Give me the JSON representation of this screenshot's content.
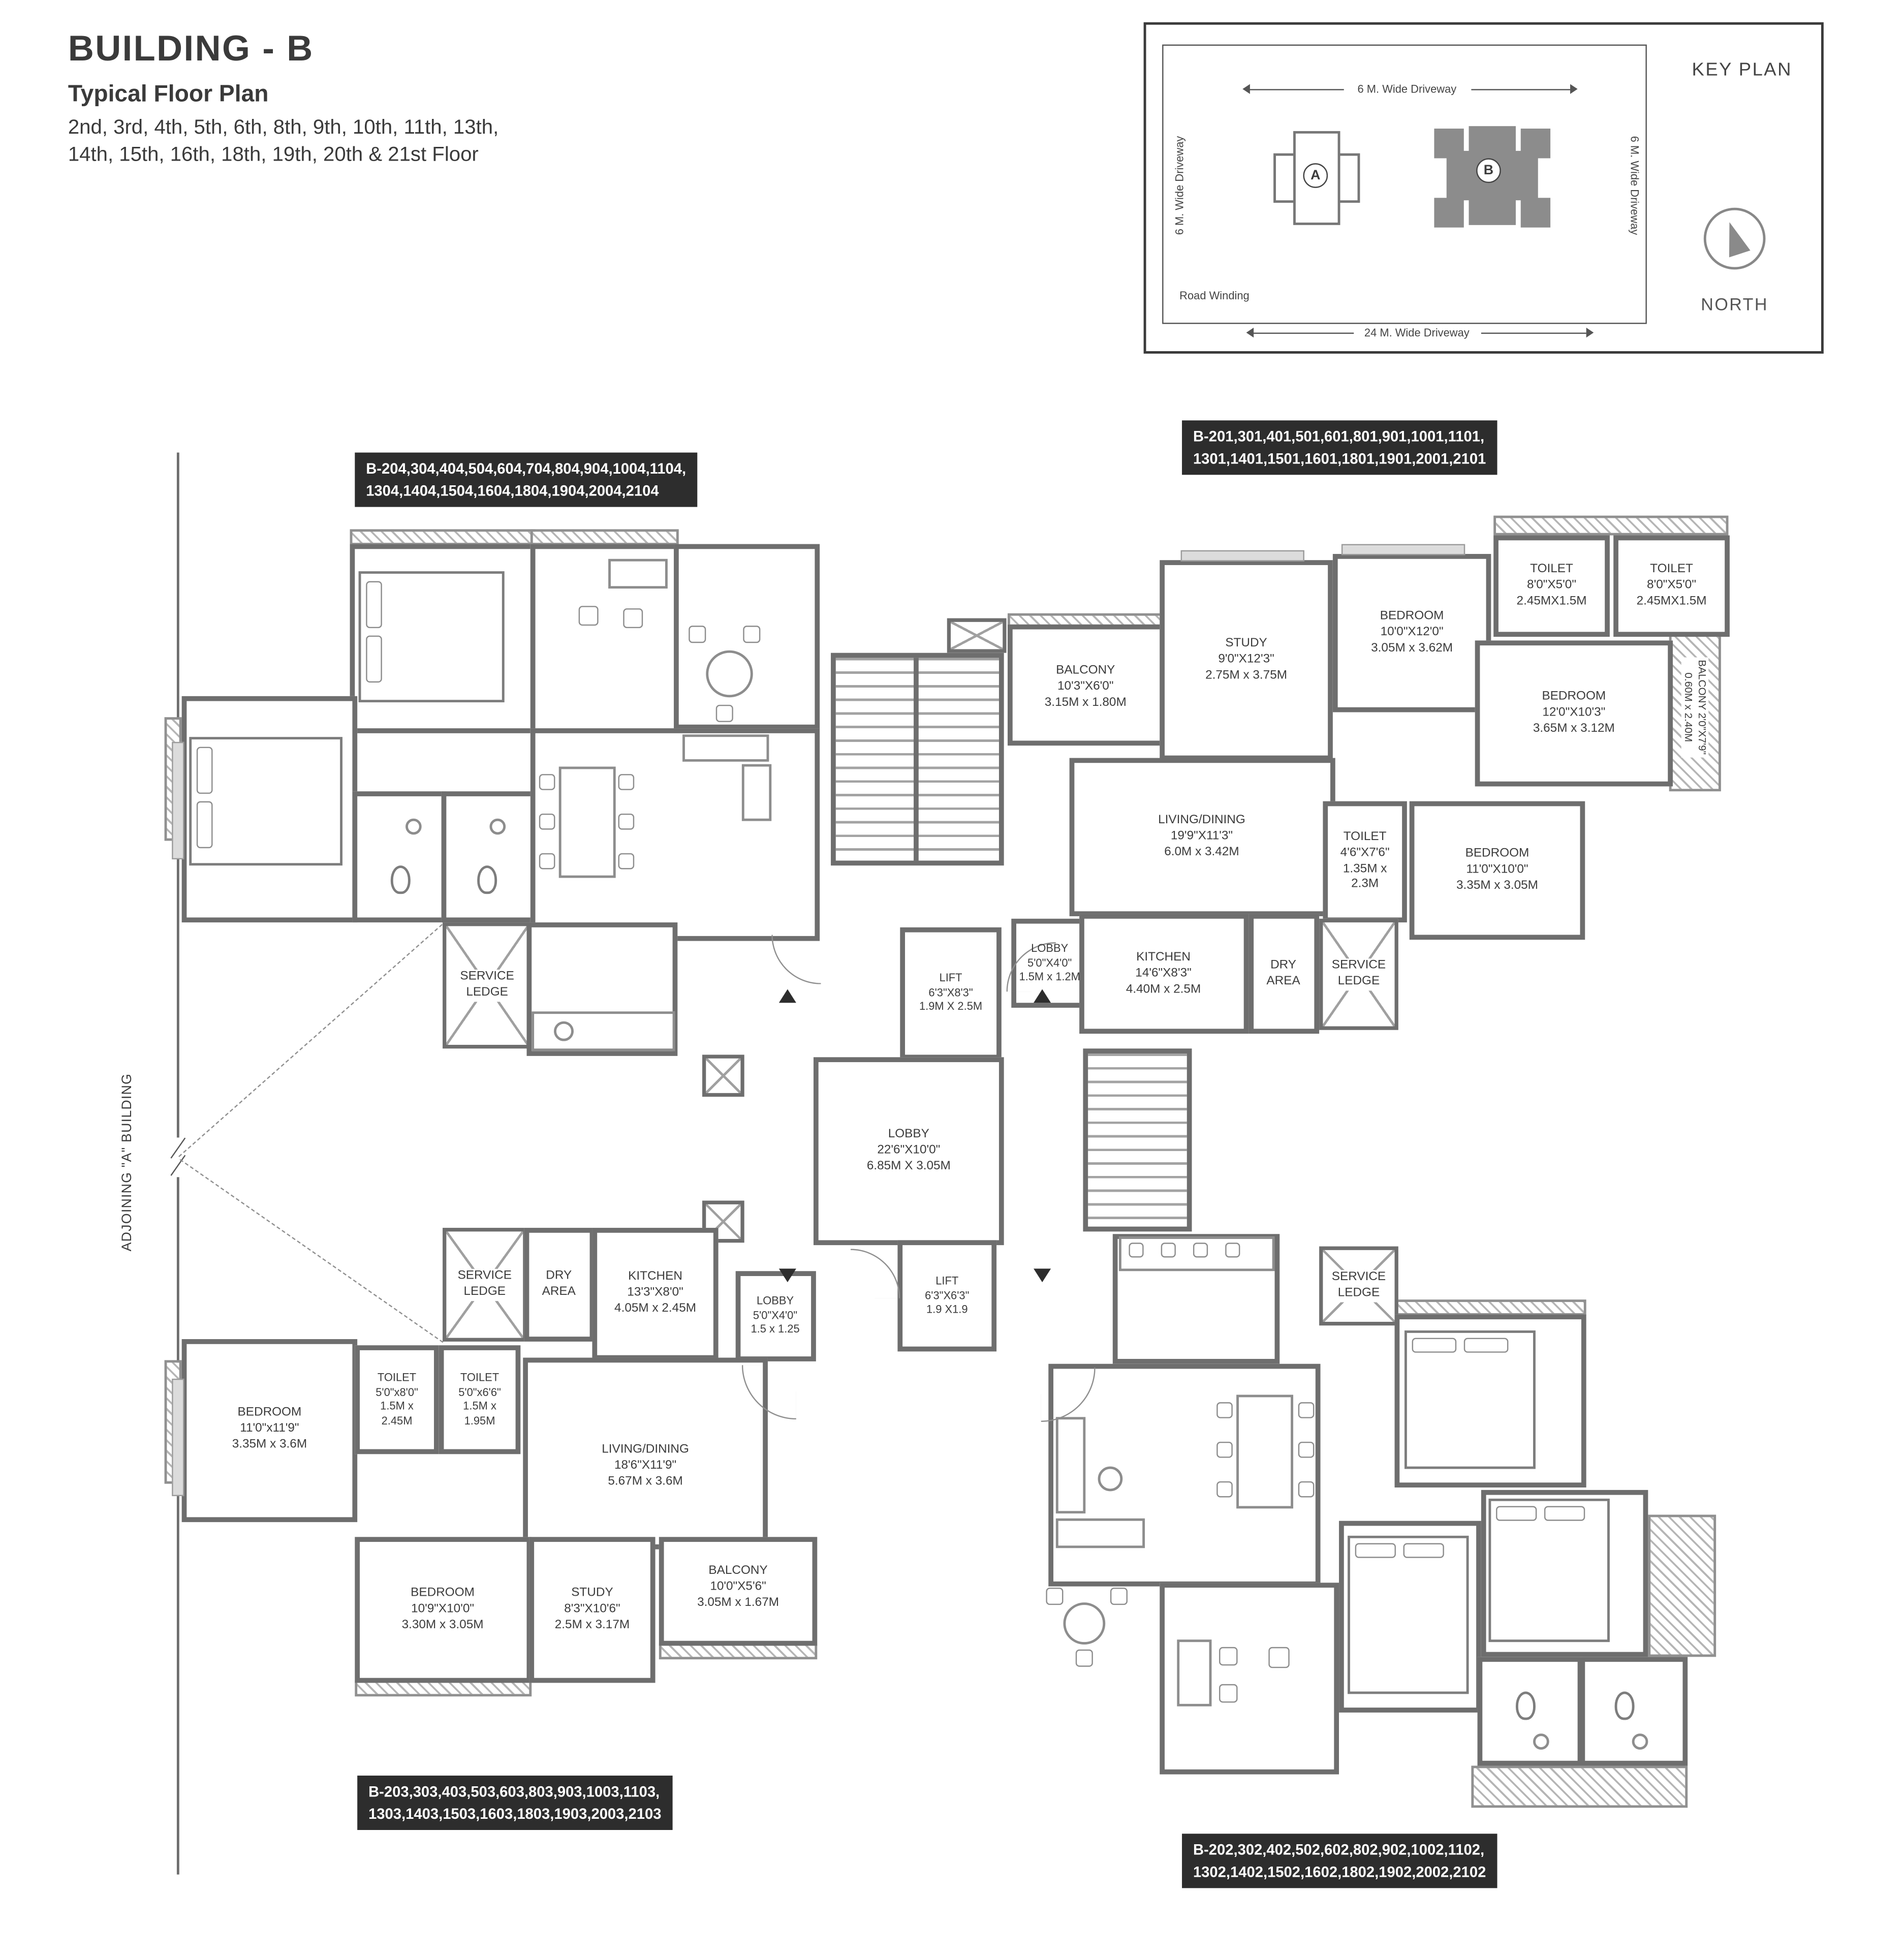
{
  "header": {
    "title": "BUILDING - B",
    "subtitle": "Typical Floor Plan",
    "floors_line1": "2nd, 3rd, 4th, 5th, 6th, 8th, 9th, 10th, 11th, 13th,",
    "floors_line2": "14th, 15th, 16th, 18th, 19th, 20th & 21st Floor"
  },
  "key_plan": {
    "title": "KEY PLAN",
    "north": "NORTH",
    "driveway_side": "6 M. Wide Driveway",
    "driveway_bottom": "24 M. Wide Driveway",
    "road": "Road Winding",
    "bldg_a": "A",
    "bldg_b": "B"
  },
  "unit_labels": {
    "b204": {
      "line1": "B-204,304,404,504,604,704,804,904,1004,1104,",
      "line2": "1304,1404,1504,1604,1804,1904,2004,2104"
    },
    "b201": {
      "line1": "B-201,301,401,501,601,801,901,1001,1101,",
      "line2": "1301,1401,1501,1601,1801,1901,2001,2101"
    },
    "b203": {
      "line1": "B-203,303,403,503,603,803,903,1003,1103,",
      "line2": "1303,1403,1503,1603,1803,1903,2003,2103"
    },
    "b202": {
      "line1": "B-202,302,402,502,602,802,902,1002,1102,",
      "line2": "1302,1402,1502,1602,1802,1902,2002,2102"
    }
  },
  "adjoining_label": "ADJOINING \"A\" BUILDING",
  "rooms": {
    "balcony_top": [
      "BALCONY",
      "10'3\"X6'0\"",
      "3.15M x 1.80M"
    ],
    "study_201": [
      "STUDY",
      "9'0\"X12'3\"",
      "2.75M x 3.75M"
    ],
    "bedroom1_201": [
      "BEDROOM",
      "10'0\"X12'0\"",
      "3.05M x 3.62M"
    ],
    "toilet1_201": [
      "TOILET",
      "8'0\"X5'0\"",
      "2.45MX1.5M"
    ],
    "toilet2_201": [
      "TOILET",
      "8'0\"X5'0\"",
      "2.45MX1.5M"
    ],
    "bedroom2_201": [
      "BEDROOM",
      "12'0\"X10'3\"",
      "3.65M x 3.12M"
    ],
    "balcony_201": [
      "BALCONY 2'0\"X7'9\"",
      "0.60M x 2.40M"
    ],
    "living_201": [
      "LIVING/DINING",
      "19'9\"X11'3\"",
      "6.0M x 3.42M"
    ],
    "toilet3_201": [
      "TOILET",
      "4'6\"X7'6\"",
      "1.35M x",
      "2.3M"
    ],
    "bedroom3_201": [
      "BEDROOM",
      "11'0\"X10'0\"",
      "3.35M x 3.05M"
    ],
    "kitchen_201": [
      "KITCHEN",
      "14'6\"X8'3\"",
      "4.40M x 2.5M"
    ],
    "dry_201": [
      "DRY",
      "AREA"
    ],
    "service_201": [
      "SERVICE",
      "LEDGE"
    ],
    "lobby_201": [
      "LOBBY",
      "5'0\"X4'0\"",
      "1.5M x 1.2M"
    ],
    "lift_1": [
      "LIFT",
      "6'3\"X8'3\"",
      "1.9M X 2.5M"
    ],
    "lobby_center": [
      "LOBBY",
      "22'6\"X10'0\"",
      "6.85M X 3.05M"
    ],
    "lift_2": [
      "LIFT",
      "6'3\"X6'3\"",
      "1.9 X1.9"
    ],
    "lobby_203": [
      "LOBBY",
      "5'0\"X4'0\"",
      "1.5 x 1.25"
    ],
    "service_204": [
      "SERVICE",
      "LEDGE"
    ],
    "kitchen_203": [
      "KITCHEN",
      "13'3\"X8'0\"",
      "4.05M x 2.45M"
    ],
    "dry_203": [
      "DRY",
      "AREA"
    ],
    "service_203": [
      "SERVICE",
      "LEDGE"
    ],
    "toilet1_203": [
      "TOILET",
      "5'0\"x8'0\"",
      "1.5M x",
      "2.45M"
    ],
    "toilet2_203": [
      "TOILET",
      "5'0\"x6'6\"",
      "1.5M x",
      "1.95M"
    ],
    "bedroom1_203": [
      "BEDROOM",
      "11'0\"x11'9\"",
      "3.35M x 3.6M"
    ],
    "living_203": [
      "LIVING/DINING",
      "18'6\"X11'9\"",
      "5.67M x 3.6M"
    ],
    "bedroom2_203": [
      "BEDROOM",
      "10'9\"X10'0\"",
      "3.30M x 3.05M"
    ],
    "study_203": [
      "STUDY",
      "8'3\"X10'6\"",
      "2.5M x 3.17M"
    ],
    "balcony_203": [
      "BALCONY",
      "10'0\"X5'6\"",
      "3.05M x 1.67M"
    ],
    "service_202": [
      "SERVICE",
      "LEDGE"
    ]
  },
  "colors": {
    "wall": "#6e6e6e",
    "unit_label_bg": "#2d2d2d",
    "text": "#3b3b3b"
  }
}
